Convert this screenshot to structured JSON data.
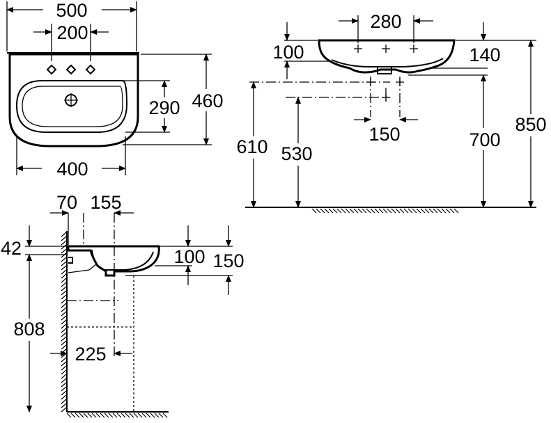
{
  "dimensions": {
    "top_width": "500",
    "tap_spacing": "200",
    "bowl_width": "400",
    "bowl_depth": "290",
    "basin_depth": "460",
    "front_tap_spacing": "280",
    "front_rim_height": "100",
    "front_lip": "140",
    "front_waste_spacing": "150",
    "front_height_610": "610",
    "front_height_530": "530",
    "front_height_700": "700",
    "front_height_850": "850",
    "side_70": "70",
    "side_155": "155",
    "side_42": "42",
    "side_100": "100",
    "side_150": "150",
    "side_808": "808",
    "side_225": "225"
  }
}
